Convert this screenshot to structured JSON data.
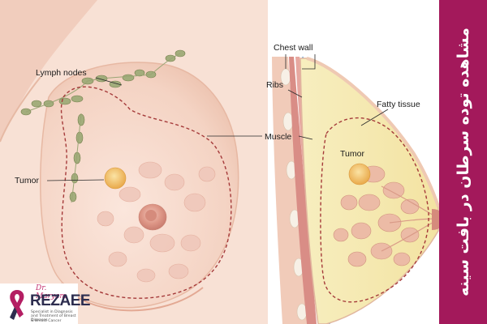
{
  "labels": {
    "lymph_nodes": "Lymph nodes",
    "tumor_front": "Tumor",
    "chest_wall": "Chest wall",
    "ribs": "Ribs",
    "fatty_tissue": "Fatty tissue",
    "muscle": "Muscle",
    "tumor_side": "Tumor"
  },
  "banner": {
    "text": "مشاهده توده سرطان در بافت سینه"
  },
  "logo": {
    "signature": "Dr. Maryam",
    "name": "REZAEE",
    "subtitle": "Specialist in Diagnosis and Treatment of Breast Diseases",
    "subtitle2": "& Breast Cancer"
  },
  "colors": {
    "banner": "#a3195b",
    "skin": "#f6d9cb",
    "tumor": "#f2c16a",
    "lymph": "#8f9e6c",
    "muscle": "#d98d86",
    "fat": "#f5ecb4"
  }
}
